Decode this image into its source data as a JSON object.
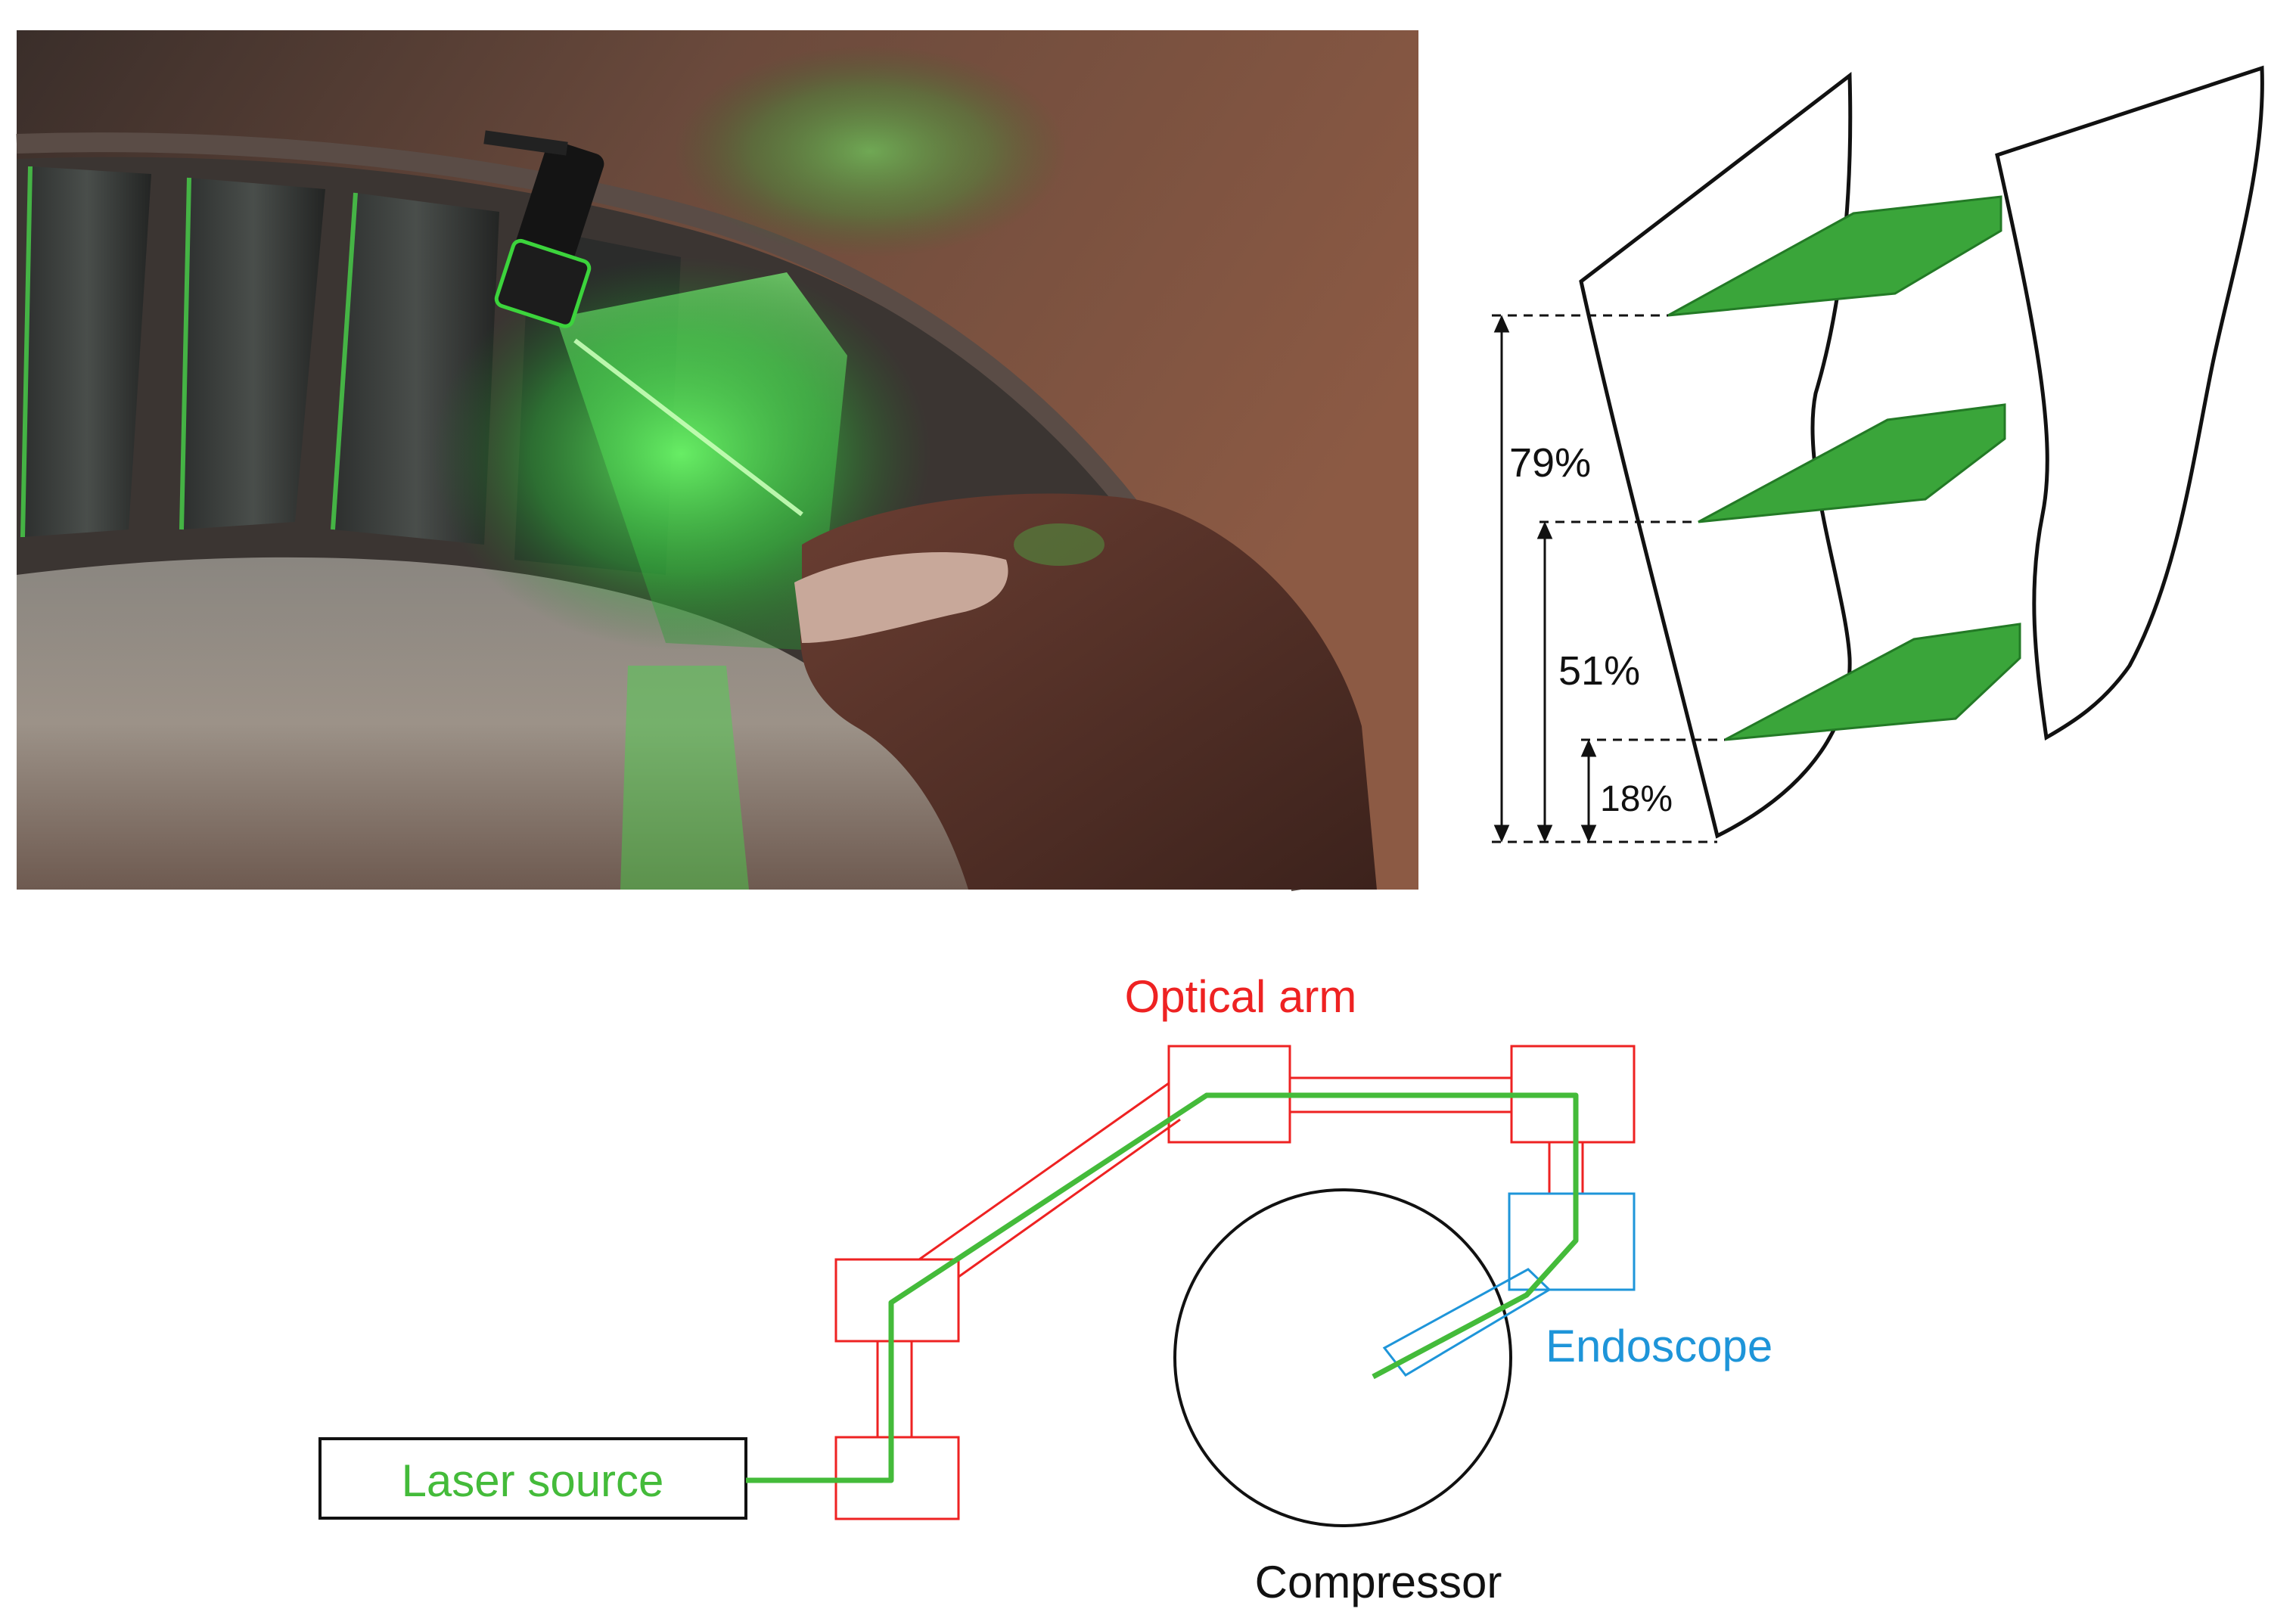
{
  "colors": {
    "background": "#ffffff",
    "laser_green": "#44bb3a",
    "plane_green": "#3aa53a",
    "plane_green_dark": "#237a26",
    "arm_red": "#ee2222",
    "endoscope_blue": "#1e95d9",
    "line_black": "#111111"
  },
  "photo": {
    "icon": "laser-measurement-photo"
  },
  "blade_diagram": {
    "percent_labels": [
      "79%",
      "51%",
      "18%"
    ]
  },
  "setup_diagram": {
    "optical_arm_label": "Optical arm",
    "endoscope_label": "Endoscope",
    "laser_source_label": "Laser source",
    "compressor_label": "Compressor"
  }
}
